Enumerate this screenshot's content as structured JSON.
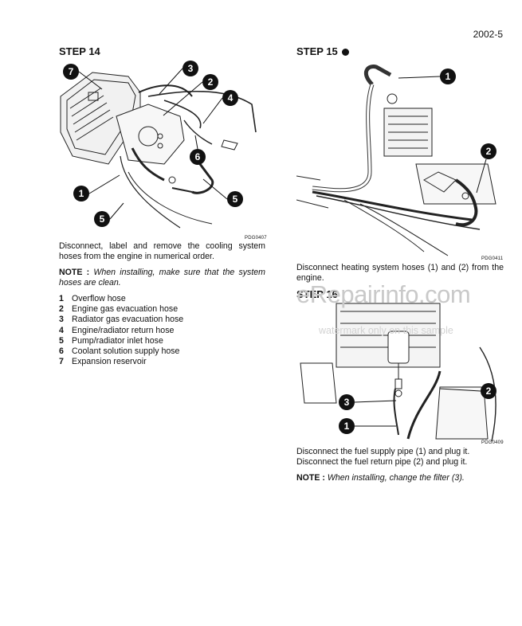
{
  "page": {
    "number": "2002-5"
  },
  "step14": {
    "title": "STEP 14",
    "figure_code": "PDG0407",
    "callouts": [
      "7",
      "3",
      "2",
      "4",
      "6",
      "1",
      "5"
    ],
    "instruction": "Disconnect, label and remove the cooling system hoses from the engine in numerical order.",
    "note_label": "NOTE :",
    "note_text": " When installing, make sure that the system hoses are clean.",
    "items": [
      {
        "num": "1",
        "label": "Overflow hose"
      },
      {
        "num": "2",
        "label": "Engine gas evacuation hose"
      },
      {
        "num": "3",
        "label": "Radiator gas evacuation hose"
      },
      {
        "num": "4",
        "label": "Engine/radiator return hose"
      },
      {
        "num": "5",
        "label": "Pump/radiator inlet hose"
      },
      {
        "num": "6",
        "label": "Coolant solution supply hose"
      },
      {
        "num": "7",
        "label": "Expansion reservoir"
      }
    ]
  },
  "step15": {
    "title": "STEP 15",
    "figure_code": "PDG0411",
    "callouts": [
      "1",
      "2"
    ],
    "instruction": "Disconnect heating system hoses (1) and (2) from the engine."
  },
  "step16": {
    "title": "STEP 16",
    "figure_code": "PDG0409",
    "callouts": [
      "2",
      "3",
      "1"
    ],
    "line1": "Disconnect the fuel supply pipe (1) and plug it.",
    "line2": "Disconnect the fuel return pipe (2) and plug it.",
    "note_label": "NOTE :",
    "note_text": " When installing, change the filter (3)."
  },
  "watermark": {
    "main": "eRepairinfo.com",
    "sub": "watermark only on this sample"
  }
}
